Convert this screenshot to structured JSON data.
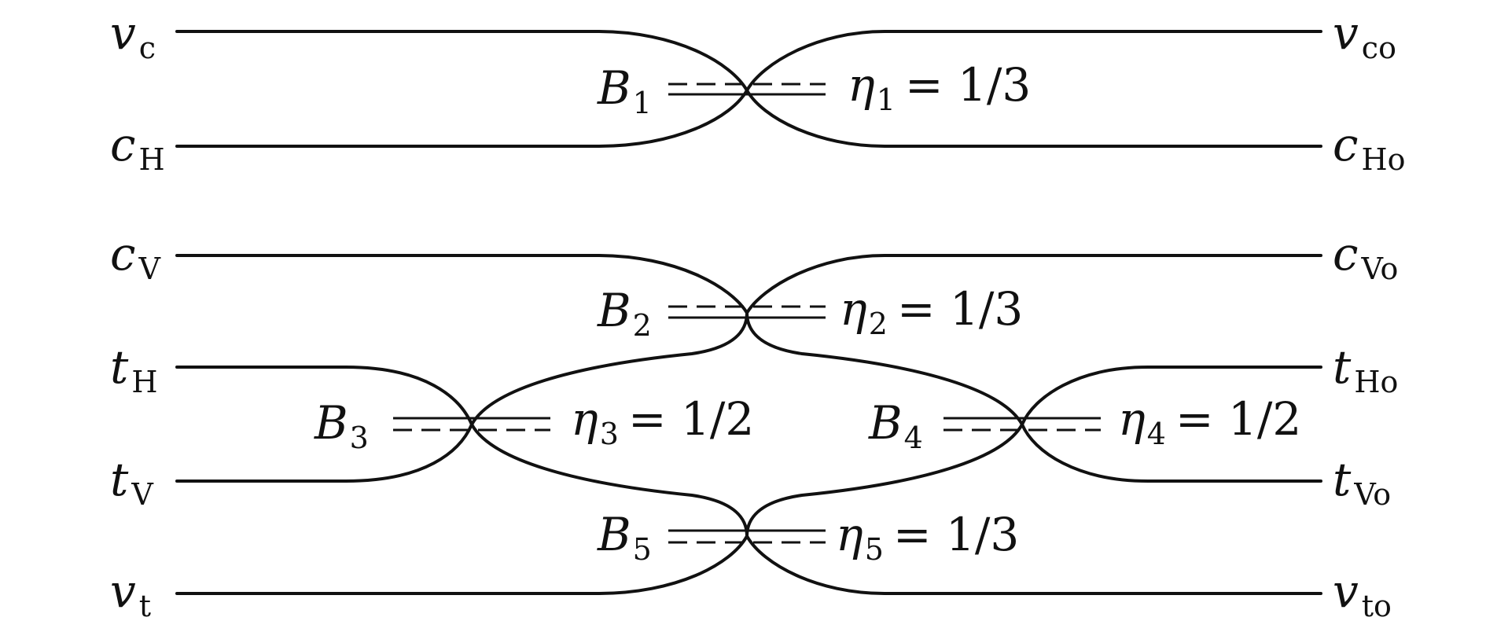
{
  "modes": [
    {
      "id": "vc",
      "input_main": "v",
      "input_sub": "c",
      "output_main": "v",
      "output_sub": "co"
    },
    {
      "id": "cH",
      "input_main": "c",
      "input_sub": "H",
      "output_main": "c",
      "output_sub": "Ho"
    },
    {
      "id": "cV",
      "input_main": "c",
      "input_sub": "V",
      "output_main": "c",
      "output_sub": "Vo"
    },
    {
      "id": "tH",
      "input_main": "t",
      "input_sub": "H",
      "output_main": "t",
      "output_sub": "Ho"
    },
    {
      "id": "tV",
      "input_main": "t",
      "input_sub": "V",
      "output_main": "t",
      "output_sub": "Vo"
    },
    {
      "id": "vt",
      "input_main": "v",
      "input_sub": "t",
      "output_main": "v",
      "output_sub": "to"
    }
  ],
  "beam_splitters": [
    {
      "id": "B1",
      "name_main": "B",
      "name_sub": "1",
      "eta_main": "η",
      "eta_sub": "1",
      "eta_value": "= 1/3",
      "couples": [
        "vc",
        "cH"
      ],
      "dashed_on_top": true
    },
    {
      "id": "B2",
      "name_main": "B",
      "name_sub": "2",
      "eta_main": "η",
      "eta_sub": "2",
      "eta_value": "= 1/3",
      "couples": [
        "cV",
        "tH"
      ],
      "dashed_on_top": true
    },
    {
      "id": "B3",
      "name_main": "B",
      "name_sub": "3",
      "eta_main": "η",
      "eta_sub": "3",
      "eta_value": "= 1/2",
      "couples": [
        "tH",
        "tV"
      ],
      "dashed_on_top": false
    },
    {
      "id": "B4",
      "name_main": "B",
      "name_sub": "4",
      "eta_main": "η",
      "eta_sub": "4",
      "eta_value": "= 1/2",
      "couples": [
        "tH",
        "tV"
      ],
      "dashed_on_top": false
    },
    {
      "id": "B5",
      "name_main": "B",
      "name_sub": "5",
      "eta_main": "η",
      "eta_sub": "5",
      "eta_value": "= 1/3",
      "couples": [
        "tV",
        "vt"
      ],
      "dashed_on_top": false
    }
  ]
}
